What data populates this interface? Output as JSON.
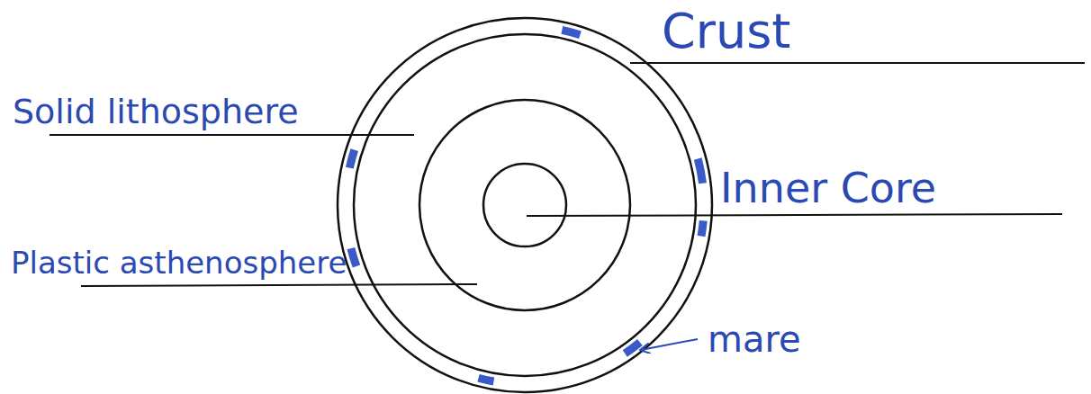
{
  "diagram": {
    "labels": [
      "Crust",
      "Solid lithosphere",
      "Inner Core",
      "Plastic asthenosphere",
      "mare"
    ]
  }
}
